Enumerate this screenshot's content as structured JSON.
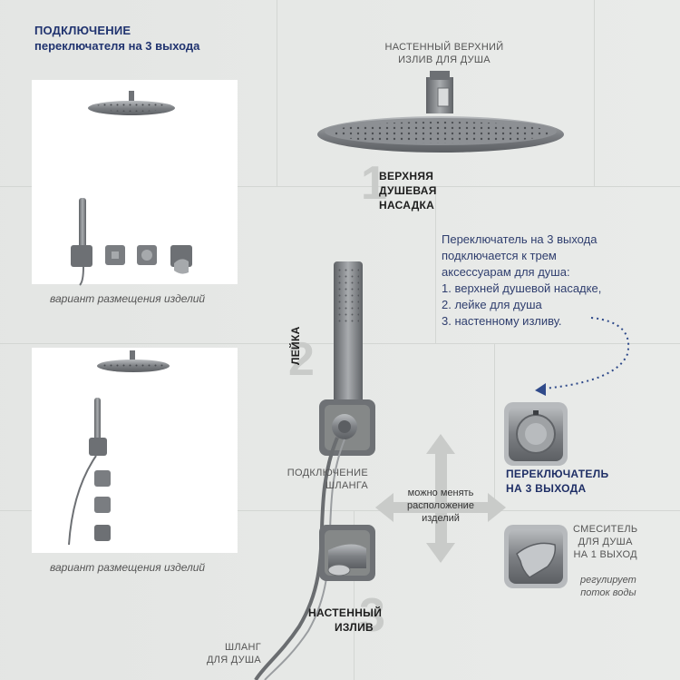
{
  "title": {
    "line1": "ПОДКЛЮЧЕНИЕ",
    "line2": "переключателя на 3 выхода"
  },
  "variant_caption_1": "вариант размещения изделий",
  "variant_caption_2": "вариант размещения изделий",
  "top_spout_label": {
    "line1": "НАСТЕННЫЙ ВЕРХНИЙ",
    "line2": "ИЗЛИВ ДЛЯ ДУША"
  },
  "item1": {
    "number": "1",
    "line1": "ВЕРХНЯЯ",
    "line2": "ДУШЕВАЯ",
    "line3": "НАСАДКА"
  },
  "item2": {
    "number": "2",
    "label": "ЛЕЙКА"
  },
  "item3": {
    "number": "3",
    "line1": "НАСТЕННЫЙ",
    "line2": "ИЗЛИВ"
  },
  "info": {
    "line1": "Переключатель на 3 выхода",
    "line2": "подключается к трем",
    "line3": "аксессуарам для душа:",
    "line4": "1. верхней душевой насадке,",
    "line5": "2. лейке для душа",
    "line6": "3. настенному изливу."
  },
  "hose_connection": {
    "line1": "ПОДКЛЮЧЕНИЕ",
    "line2": "ШЛАНГА"
  },
  "rearrange": {
    "line1": "можно менять",
    "line2": "расположение",
    "line3": "изделий"
  },
  "switch_label": {
    "line1": "ПЕРЕКЛЮЧАТЕЛЬ",
    "line2": "НА 3 ВЫХОДА"
  },
  "mixer_label": {
    "line1": "СМЕСИТЕЛЬ",
    "line2": "ДЛЯ ДУША",
    "line3": "НА 1 ВЫХОД"
  },
  "mixer_note": {
    "line1": "регулирует",
    "line2": "поток воды"
  },
  "hose_label": {
    "line1": "ШЛАНГ",
    "line2": "ДЛЯ ДУША"
  },
  "colors": {
    "title": "#20336f",
    "info_text": "#2f3e6e",
    "chrome": "#8a8d90",
    "arrow": "#c4c6c4",
    "dotted_arrow": "#2f4a8a"
  }
}
